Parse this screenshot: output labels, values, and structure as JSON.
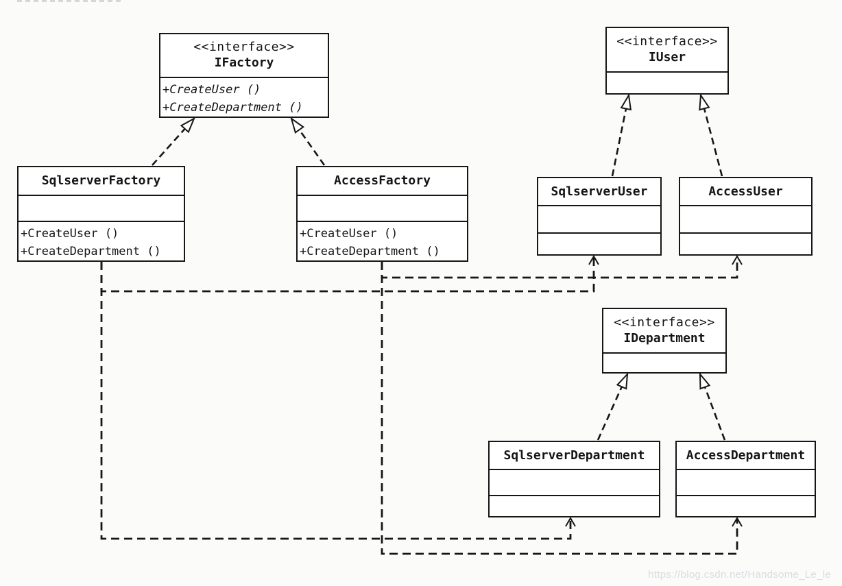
{
  "page": {
    "watermark": "https://blog.csdn.net/Handsome_Le_le"
  },
  "colors": {
    "line": "#161616",
    "box_fill": "#ffffff",
    "background": "#fbfbfa",
    "watermark_text": "#d9dcde"
  },
  "classes": {
    "ifactory": {
      "stereotype": "<<interface>>",
      "name": "IFactory",
      "methods": [
        "+CreateUser ()",
        "+CreateDepartment ()"
      ]
    },
    "sqlserver_factory": {
      "name": "SqlserverFactory",
      "methods": [
        "+CreateUser ()",
        "+CreateDepartment ()"
      ]
    },
    "access_factory": {
      "name": "AccessFactory",
      "methods": [
        "+CreateUser ()",
        "+CreateDepartment ()"
      ]
    },
    "iuser": {
      "stereotype": "<<interface>>",
      "name": "IUser"
    },
    "sqlserver_user": {
      "name": "SqlserverUser"
    },
    "access_user": {
      "name": "AccessUser"
    },
    "idepartment": {
      "stereotype": "<<interface>>",
      "name": "IDepartment"
    },
    "sqlserver_department": {
      "name": "SqlserverDepartment"
    },
    "access_department": {
      "name": "AccessDepartment"
    }
  },
  "relationships": {
    "realizations": [
      {
        "from": "SqlserverFactory",
        "to": "IFactory"
      },
      {
        "from": "AccessFactory",
        "to": "IFactory"
      },
      {
        "from": "SqlserverUser",
        "to": "IUser"
      },
      {
        "from": "AccessUser",
        "to": "IUser"
      },
      {
        "from": "SqlserverDepartment",
        "to": "IDepartment"
      },
      {
        "from": "AccessDepartment",
        "to": "IDepartment"
      }
    ],
    "dependencies": [
      {
        "from": "SqlserverFactory",
        "to": "SqlserverUser"
      },
      {
        "from": "AccessFactory",
        "to": "AccessUser"
      },
      {
        "from": "SqlserverFactory",
        "to": "SqlserverDepartment"
      },
      {
        "from": "AccessFactory",
        "to": "AccessDepartment"
      }
    ]
  }
}
